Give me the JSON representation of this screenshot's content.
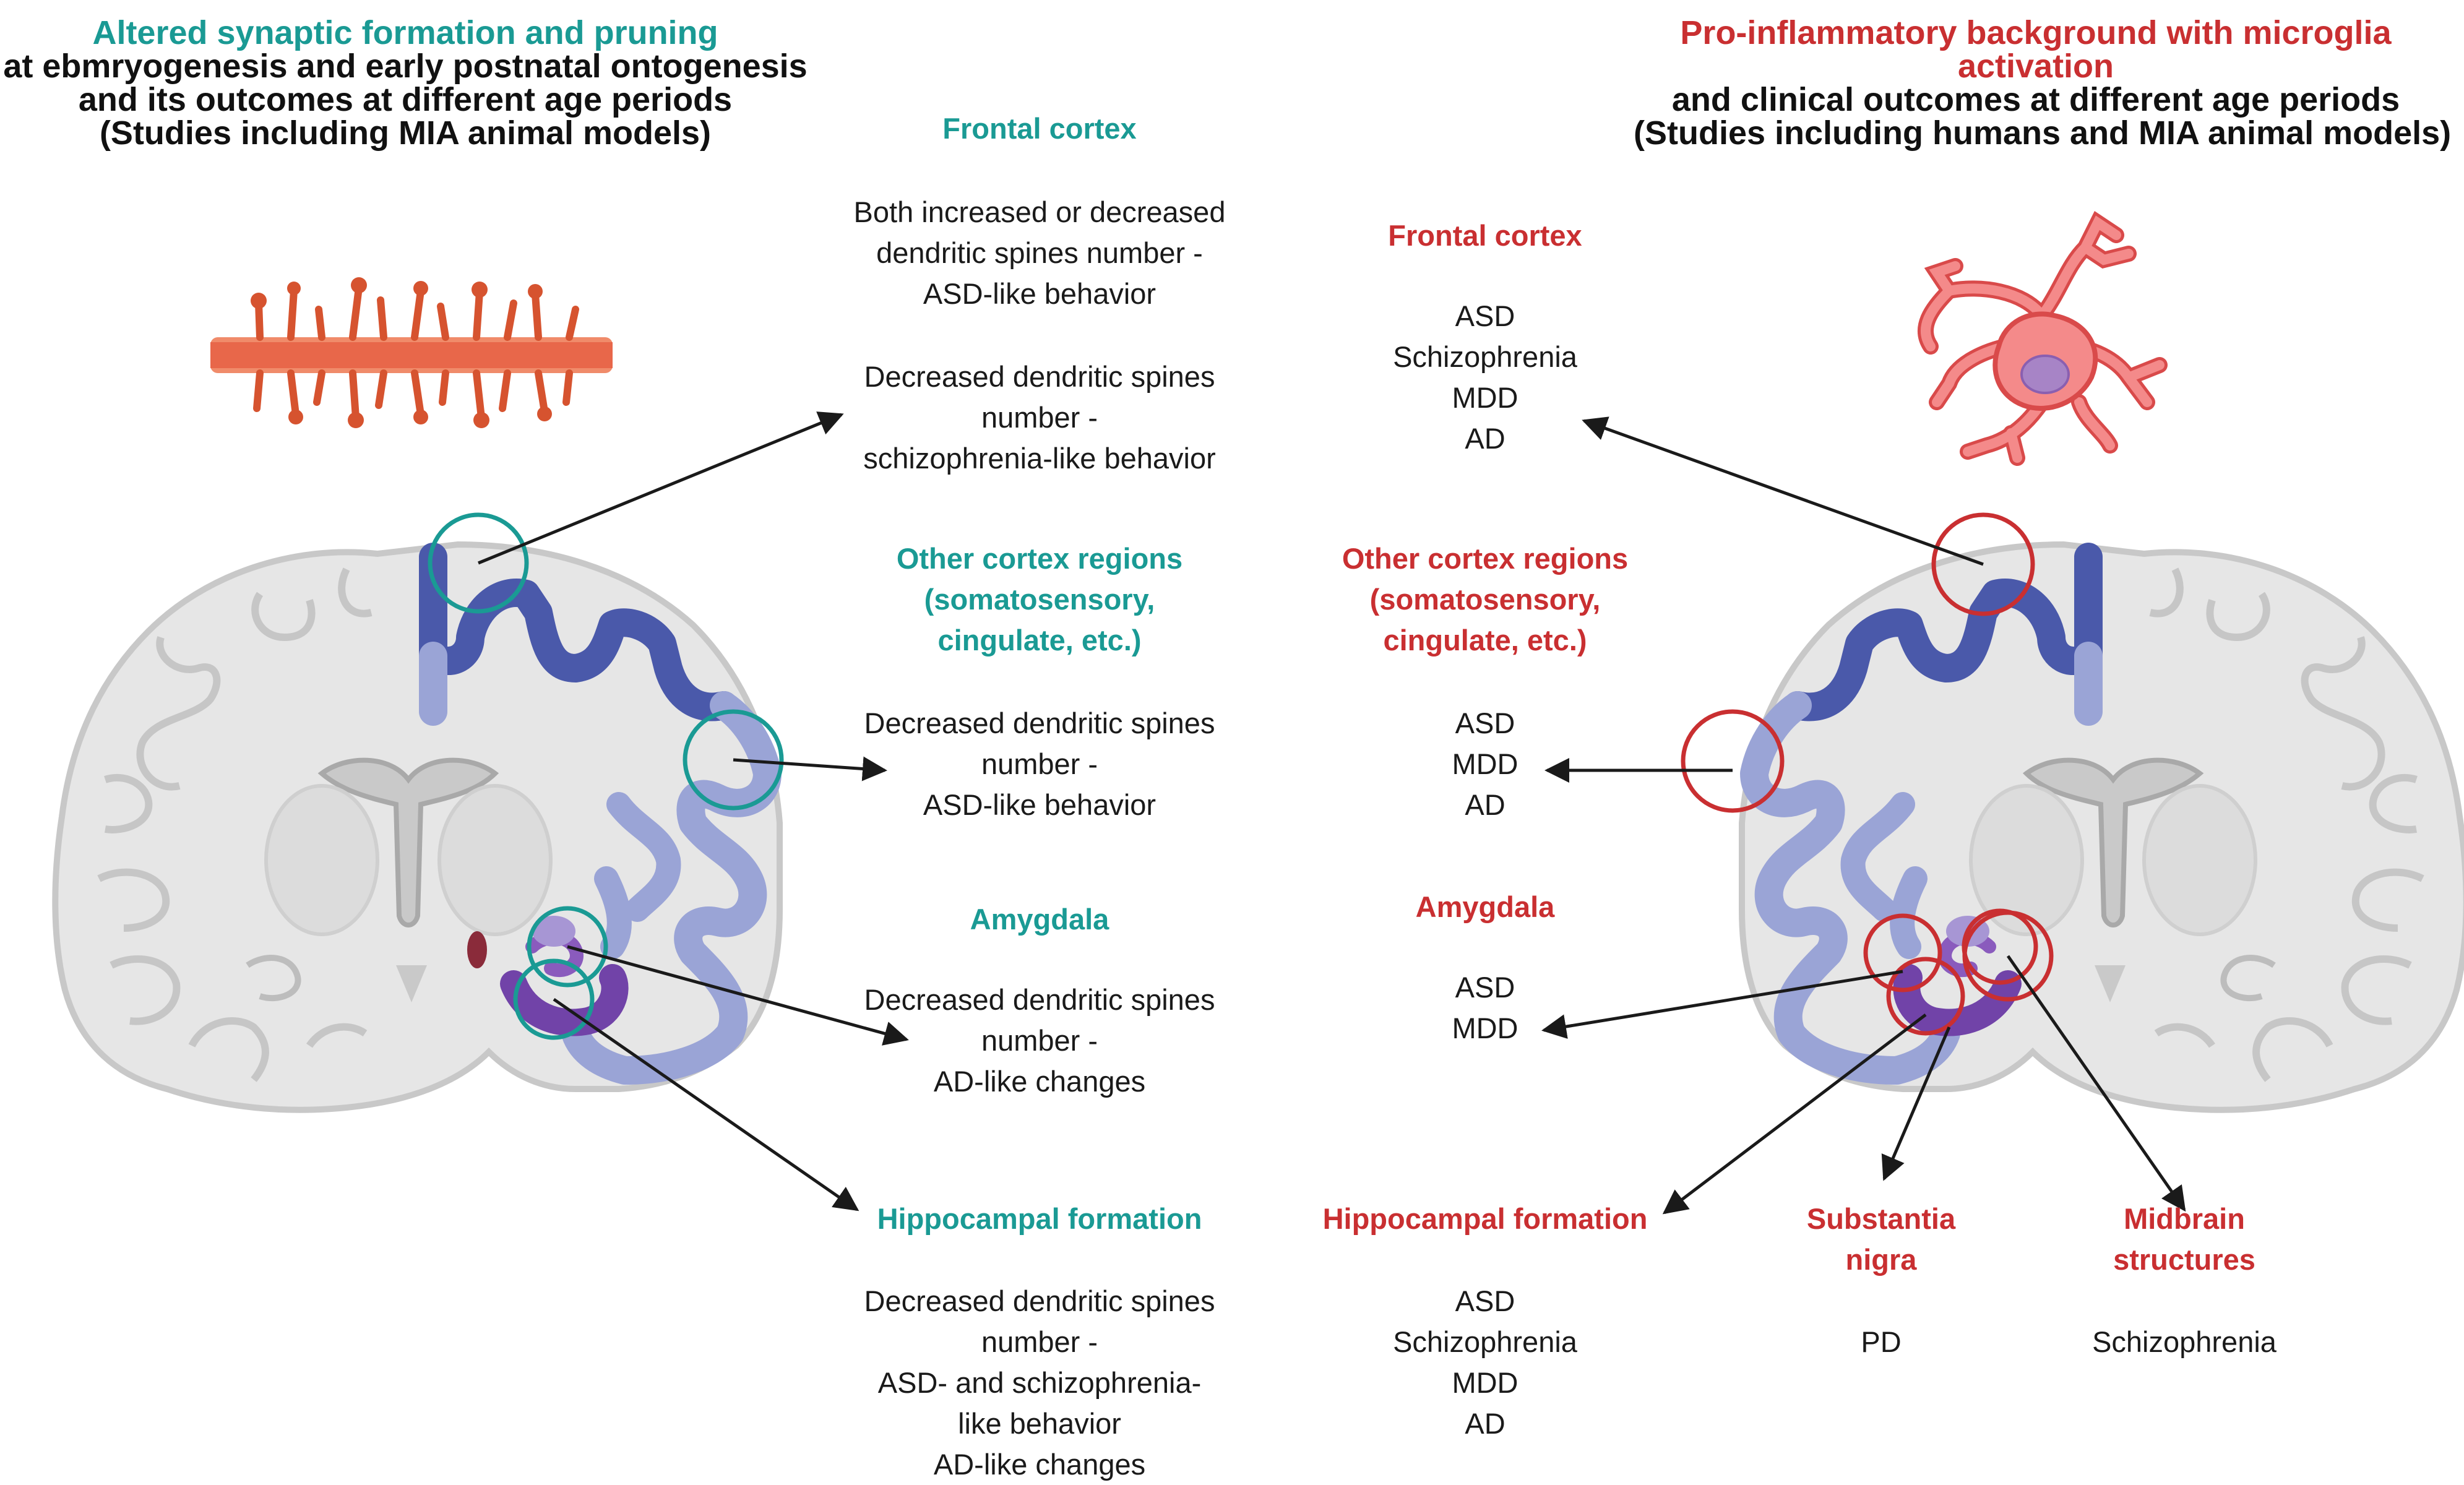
{
  "colors": {
    "teal": "#1a9a94",
    "red": "#c92f31",
    "brain_gray": "#e6e6e6",
    "cortex_blue": "#5a68b8",
    "light_blue": "#9fa8d8",
    "purple": "#7a47ac",
    "dendrite": "#dd5a36",
    "microglia": "#f27f7f"
  },
  "icons": [
    "dendrite-icon",
    "microglia-icon",
    "coronal-brain-icon"
  ],
  "left": {
    "title_colored": "Altered synaptic formation and pruning",
    "title_lines": [
      "at ebmryogenesis and early postnatal ontogenesis",
      "and its outcomes at different age periods",
      "(Studies including MIA animal models)"
    ],
    "sections": [
      {
        "heading": [
          "Frontal cortex"
        ],
        "items": [
          "Both increased or decreased",
          "dendritic spines number -",
          "ASD-like behavior"
        ],
        "items2": [
          "Decreased dendritic spines",
          "number -",
          "schizophrenia-like behavior"
        ]
      },
      {
        "heading": [
          "Other cortex regions",
          "(somatosensory,",
          "cingulate, etc.)"
        ],
        "items": [
          "Decreased dendritic spines",
          "number -",
          "ASD-like behavior"
        ]
      },
      {
        "heading": [
          "Amygdala"
        ],
        "items": [
          "Decreased dendritic spines",
          "number -",
          "AD-like changes"
        ]
      },
      {
        "heading": [
          "Hippocampal formation"
        ],
        "items": [
          "Decreased dendritic spines",
          "number -",
          "ASD- and schizophrenia-",
          "like behavior",
          "AD-like changes"
        ]
      }
    ]
  },
  "right": {
    "title_colored": [
      "Pro-inflammatory background with microglia",
      "activation"
    ],
    "title_lines": [
      "and clinical outcomes at different age periods",
      "(Studies including humans and MIA animal models)"
    ],
    "sections": [
      {
        "heading": [
          "Frontal cortex"
        ],
        "items": [
          "ASD",
          "Schizophrenia",
          "MDD",
          "AD"
        ]
      },
      {
        "heading": [
          "Other cortex regions",
          "(somatosensory,",
          "cingulate, etc.)"
        ],
        "items": [
          "ASD",
          "MDD",
          "AD"
        ]
      },
      {
        "heading": [
          "Amygdala"
        ],
        "items": [
          "ASD",
          "MDD"
        ]
      },
      {
        "heading": [
          "Hippocampal formation"
        ],
        "items": [
          "ASD",
          "Schizophrenia",
          "MDD",
          "AD"
        ]
      },
      {
        "heading": [
          "Substantia",
          "nigra"
        ],
        "items": [
          "PD"
        ]
      },
      {
        "heading": [
          "Midbrain",
          "structures"
        ],
        "items": [
          "Schizophrenia"
        ]
      }
    ]
  }
}
